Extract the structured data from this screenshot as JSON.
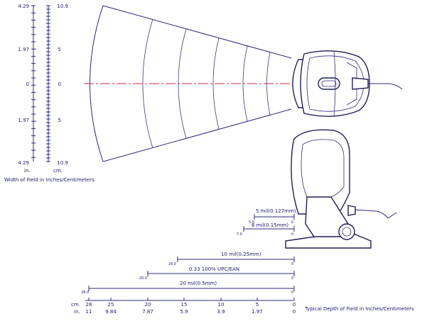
{
  "width_scale": {
    "inch_ticks": [
      "4.29",
      "1.97",
      "0",
      "1.97",
      "4.29"
    ],
    "cm_ticks": [
      "10.9",
      "5",
      "0",
      "5",
      "10.9"
    ],
    "inch_unit": "in.",
    "cm_unit": "cm.",
    "caption": "Width of Field in Inches/Centimeters"
  },
  "depth_bars": [
    {
      "label": "5 mil(0.127mm)",
      "start": "5.0",
      "end": "0"
    },
    {
      "label": "6 mil(0.15mm)",
      "start": "7.0",
      "end": "0"
    },
    {
      "label": "10 mil(0.25mm)",
      "start": "16.0",
      "end": "0"
    },
    {
      "label": "0.33 100% UPC/EAN",
      "start": "20.0",
      "end": "0"
    },
    {
      "label": "20 mil(0.5mm)",
      "start": "28.0",
      "end": "0"
    }
  ],
  "depth_axis": {
    "cm_unit": "cm.",
    "in_unit": "in.",
    "cm_ticks": [
      "28",
      "25",
      "20",
      "15",
      "10",
      "5",
      "0"
    ],
    "in_ticks": [
      "11",
      "9.84",
      "7.87",
      "5.9",
      "3.9",
      "1.97",
      "0"
    ],
    "caption": "Typical Depth of Field in Inches/Centimeters"
  },
  "colors": {
    "ink": "#1a1a6e",
    "line": "#2b2b80",
    "centerline": "#c0304a"
  }
}
